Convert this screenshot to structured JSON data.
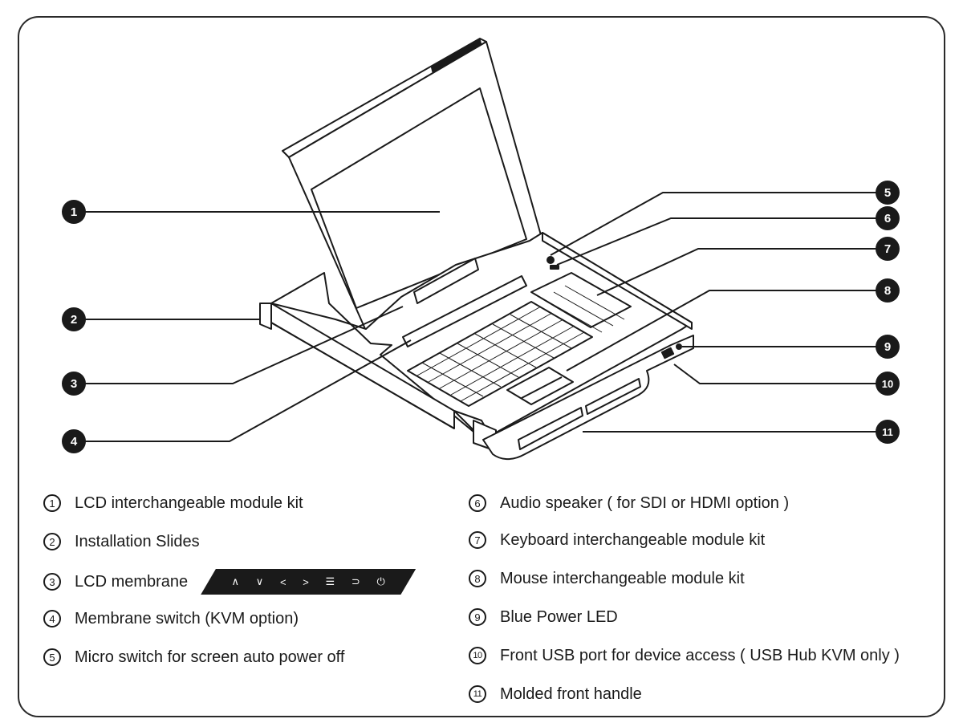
{
  "callouts": [
    "1",
    "2",
    "3",
    "4",
    "5",
    "6",
    "7",
    "8",
    "9",
    "10",
    "11"
  ],
  "legend_left": [
    {
      "num": "1",
      "label": "LCD interchangeable module kit"
    },
    {
      "num": "2",
      "label": "Installation Slides"
    },
    {
      "num": "3",
      "label": "LCD membrane"
    },
    {
      "num": "4",
      "label": "Membrane switch (KVM option)"
    },
    {
      "num": "5",
      "label": "Micro switch for screen auto power off"
    }
  ],
  "legend_right": [
    {
      "num": "6",
      "label": "Audio speaker ( for SDI or HDMI option )"
    },
    {
      "num": "7",
      "label": "Keyboard interchangeable module kit"
    },
    {
      "num": "8",
      "label": "Mouse interchangeable module kit"
    },
    {
      "num": "9",
      "label": "Blue Power LED"
    },
    {
      "num": "10",
      "label": "Front USB port for device access ( USB Hub KVM only )"
    },
    {
      "num": "11",
      "label": "Molded front handle"
    }
  ],
  "membrane_icons": [
    "up-arrow-icon",
    "down-arrow-icon",
    "left-arrow-icon",
    "right-arrow-icon",
    "menu-icon",
    "back-icon",
    "power-icon"
  ],
  "colors": {
    "ink": "#1a1a1a",
    "paper": "#ffffff"
  }
}
